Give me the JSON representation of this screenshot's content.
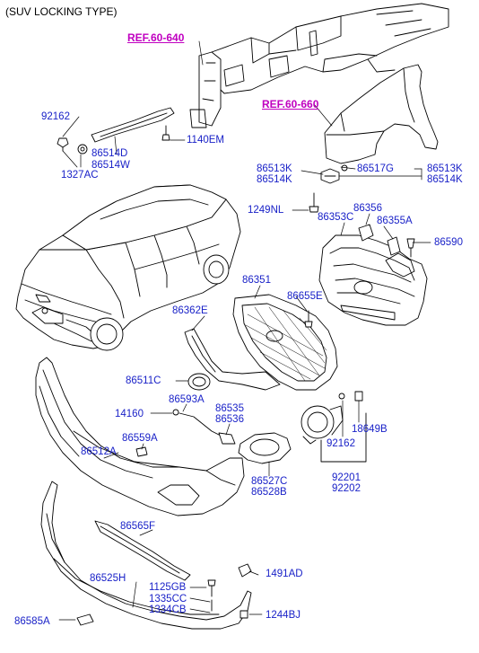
{
  "title": "(SUV LOCKING TYPE)",
  "refs": {
    "ref1": "REF.60-640",
    "ref2": "REF.60-660"
  },
  "parts": {
    "p92162a": "92162",
    "p1327AC": "1327AC",
    "p86514D": "86514D",
    "p86514W": "86514W",
    "p1140EM": "1140EM",
    "p86513Ka": "86513K",
    "p86514Ka": "86514K",
    "p86517G": "86517G",
    "p86513Kb": "86513K",
    "p86514Kb": "86514K",
    "p1249NL": "1249NL",
    "p86353C": "86353C",
    "p86356": "86356",
    "p86355A": "86355A",
    "p86590": "86590",
    "p86351": "86351",
    "p86655E": "86655E",
    "p86362E": "86362E",
    "p86511C": "86511C",
    "p86593A": "86593A",
    "p14160": "14160",
    "p86535": "86535",
    "p86536": "86536",
    "p86559A": "86559A",
    "p86512A": "86512A",
    "p18649B": "18649B",
    "p92162b": "92162",
    "p86527C": "86527C",
    "p86528B": "86528B",
    "p92201": "92201",
    "p92202": "92202",
    "p86565F": "86565F",
    "p86525H": "86525H",
    "p1491AD": "1491AD",
    "p1125GB": "1125GB",
    "p1335CC": "1335CC",
    "p1334CB": "1334CB",
    "p86585A": "86585A",
    "p1244BJ": "1244BJ"
  },
  "colors": {
    "label": "#1a22c8",
    "ref": "#c000c0",
    "line": "#000000"
  }
}
